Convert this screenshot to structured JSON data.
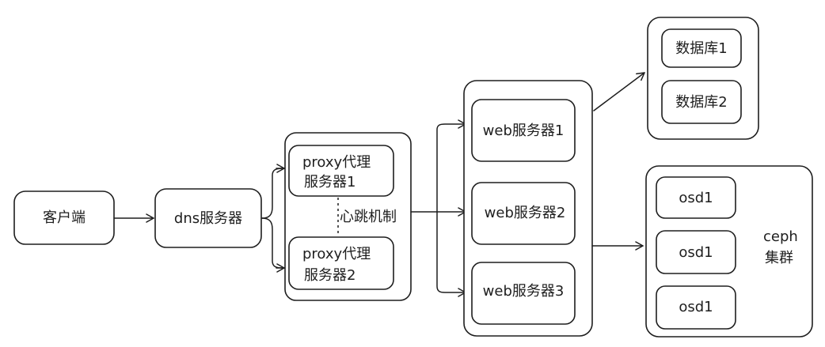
{
  "colors": {
    "stroke": "#1e1e1e",
    "fill": "#ffffff",
    "background": "#ffffff"
  },
  "nodes": {
    "client": "客户端",
    "dns": "dns服务器",
    "proxy1_line1": "proxy代理",
    "proxy1_line2": "服务器1",
    "proxy2_line1": "proxy代理",
    "proxy2_line2": "服务器2",
    "heartbeat": "心跳机制",
    "web1": "web服务器1",
    "web2": "web服务器2",
    "web3": "web服务器3",
    "db1": "数据库1",
    "db2": "数据库2",
    "osd_a": "osd1",
    "osd_b": "osd1",
    "osd_c": "osd1",
    "ceph_line1": "ceph",
    "ceph_line2": "集群"
  }
}
